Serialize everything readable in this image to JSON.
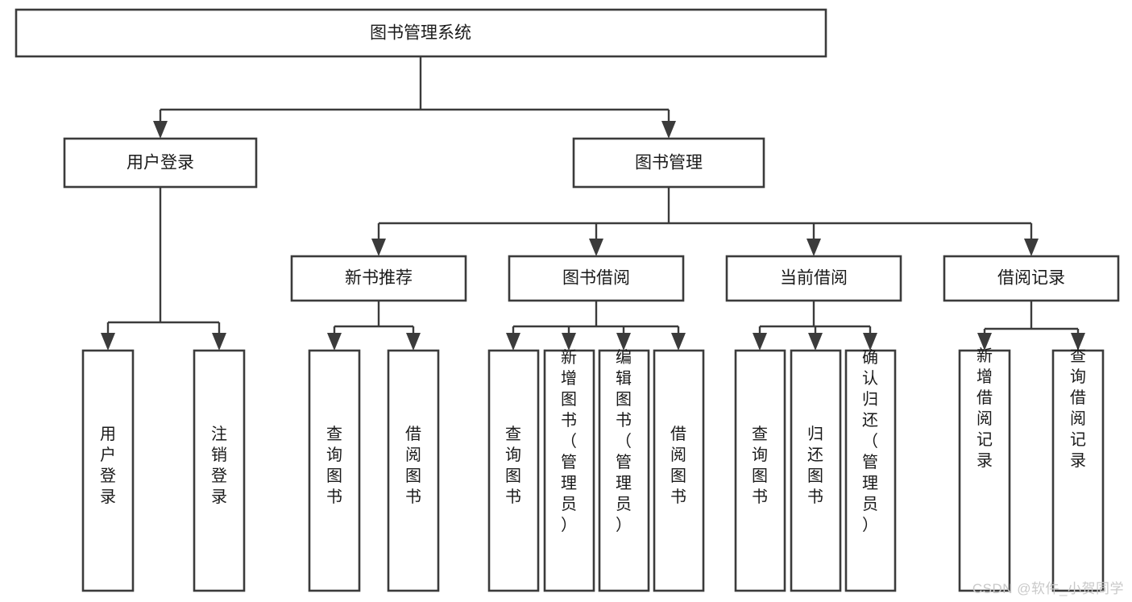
{
  "diagram": {
    "type": "tree",
    "orientation": "top-down",
    "title": "图书管理系统",
    "colors": {
      "background": "#ffffff",
      "stroke": "#3b3b3b",
      "box_fill": "#ffffff",
      "label": "#1a1a1a",
      "watermark": "#c9c9c9"
    },
    "levels": [
      {
        "level": 0,
        "nodes": [
          {
            "id": "root",
            "label": "图书管理系统",
            "orientation": "horizontal"
          }
        ]
      },
      {
        "level": 1,
        "nodes": [
          {
            "id": "login",
            "label": "用户登录",
            "orientation": "horizontal",
            "parent": "root"
          },
          {
            "id": "bookmgmt",
            "label": "图书管理",
            "orientation": "horizontal",
            "parent": "root"
          }
        ]
      },
      {
        "level": 2,
        "nodes": [
          {
            "id": "newbook",
            "label": "新书推荐",
            "orientation": "horizontal",
            "parent": "bookmgmt"
          },
          {
            "id": "borrow",
            "label": "图书借阅",
            "orientation": "horizontal",
            "parent": "bookmgmt"
          },
          {
            "id": "current",
            "label": "当前借阅",
            "orientation": "horizontal",
            "parent": "bookmgmt"
          },
          {
            "id": "record",
            "label": "借阅记录",
            "orientation": "horizontal",
            "parent": "bookmgmt"
          }
        ]
      },
      {
        "level": 3,
        "nodes": [
          {
            "id": "leaf-1",
            "label": "用户登录",
            "orientation": "vertical",
            "parent": "login"
          },
          {
            "id": "leaf-2",
            "label": "注销登录",
            "orientation": "vertical",
            "parent": "login"
          },
          {
            "id": "leaf-3",
            "label": "查询图书",
            "orientation": "vertical",
            "parent": "newbook"
          },
          {
            "id": "leaf-4",
            "label": "借阅图书",
            "orientation": "vertical",
            "parent": "newbook"
          },
          {
            "id": "leaf-5",
            "label": "查询图书",
            "orientation": "vertical",
            "parent": "borrow"
          },
          {
            "id": "leaf-6",
            "label": "新增图书（管理员）",
            "orientation": "vertical",
            "parent": "borrow"
          },
          {
            "id": "leaf-7",
            "label": "编辑图书（管理员）",
            "orientation": "vertical",
            "parent": "borrow"
          },
          {
            "id": "leaf-8",
            "label": "借阅图书",
            "orientation": "vertical",
            "parent": "borrow"
          },
          {
            "id": "leaf-9",
            "label": "查询图书",
            "orientation": "vertical",
            "parent": "current"
          },
          {
            "id": "leaf-10",
            "label": "归还图书",
            "orientation": "vertical",
            "parent": "current"
          },
          {
            "id": "leaf-11",
            "label": "确认归还（管理员）",
            "orientation": "vertical",
            "parent": "current"
          },
          {
            "id": "leaf-12",
            "label": "新增借阅记录",
            "orientation": "vertical",
            "parent": "record"
          },
          {
            "id": "leaf-13",
            "label": "查询借阅记录",
            "orientation": "vertical",
            "parent": "record"
          }
        ]
      }
    ]
  },
  "watermark": {
    "text": "CSDN @软件_小贺同学"
  }
}
